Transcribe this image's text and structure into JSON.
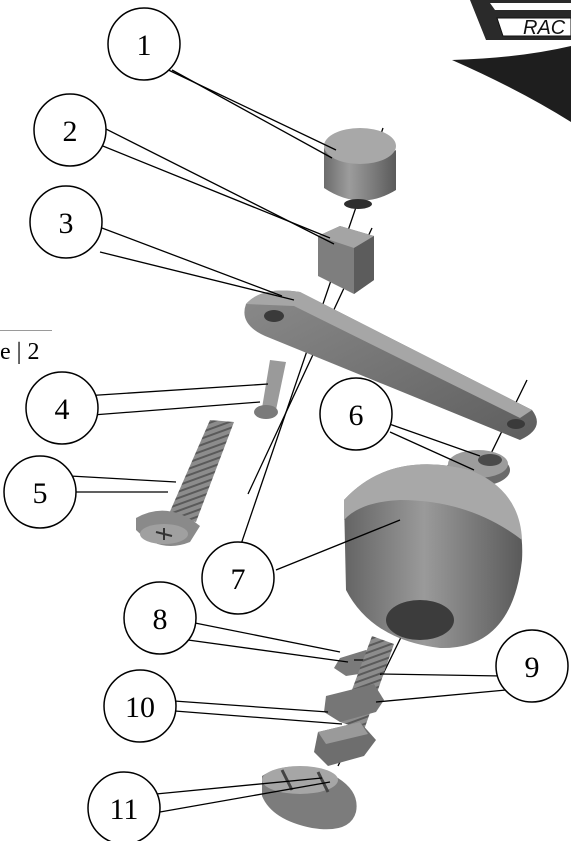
{
  "page": {
    "page_marker": "e | 2"
  },
  "logo": {
    "text": "RAC",
    "icon": "racing-logo-icon"
  },
  "callouts": [
    {
      "label": "1",
      "part": "top-spacer"
    },
    {
      "label": "2",
      "part": "square-spacer"
    },
    {
      "label": "3",
      "part": "lever-arm"
    },
    {
      "label": "4",
      "part": "small-screw"
    },
    {
      "label": "5",
      "part": "countersunk-bolt"
    },
    {
      "label": "6",
      "part": "washer"
    },
    {
      "label": "7",
      "part": "roller"
    },
    {
      "label": "8",
      "part": "nut"
    },
    {
      "label": "9",
      "part": "lock-nut"
    },
    {
      "label": "10",
      "part": "hex-bolt"
    },
    {
      "label": "11",
      "part": "slotted-cap"
    }
  ],
  "colors": {
    "part_fill": "#8f8f8f",
    "part_dark": "#5e5e5e",
    "part_light": "#b8b8b8",
    "line": "#000000"
  }
}
